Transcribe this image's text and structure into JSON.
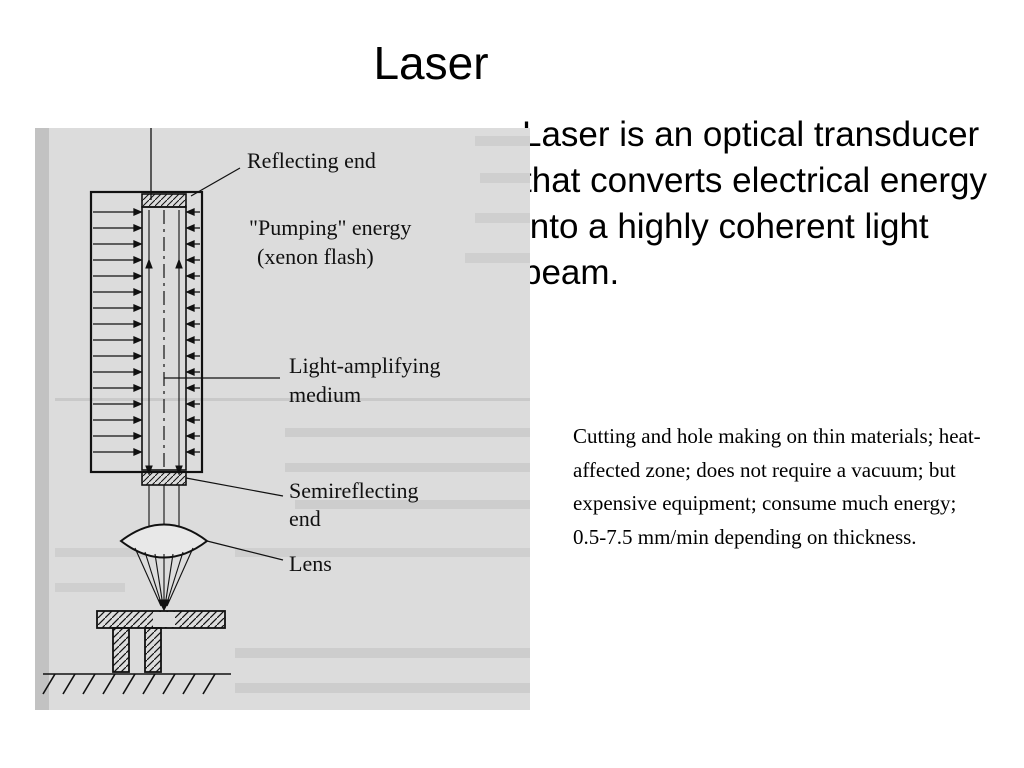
{
  "slide": {
    "title": "Laser",
    "intro": "Laser is an optical transducer that converts electrical energy into a highly coherent light beam.",
    "details": "Cutting and hole making on thin materials; heat-affected zone; does not require a vacuum; but expensive equipment; consume much energy; 0.5-7.5 mm/min depending on thickness."
  },
  "figure": {
    "labels": {
      "reflecting_end": "Reflecting end",
      "pumping_line1": "\"Pumping\" energy",
      "pumping_line2": "(xenon flash)",
      "medium_line1": "Light-amplifying",
      "medium_line2": "medium",
      "semi_line1": "Semireflecting",
      "semi_line2": "end",
      "lens": "Lens"
    },
    "colors": {
      "scan_background": "#d9d9d9",
      "ink": "#111111"
    }
  }
}
